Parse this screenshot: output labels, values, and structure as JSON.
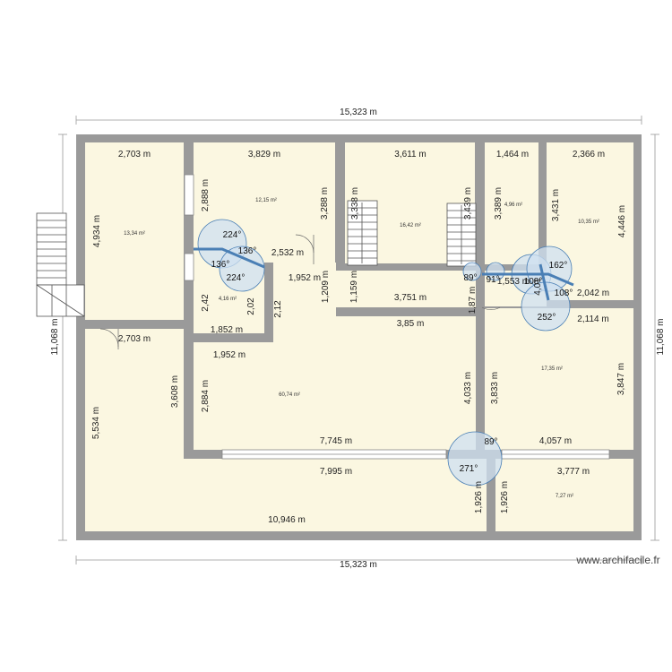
{
  "overall": {
    "width_top": "15,323 m",
    "width_bottom": "15,323 m",
    "height_left": "11,068 m",
    "height_right": "11,068 m"
  },
  "rooms": {
    "top_left": "2,703 m",
    "top_room2": "3,829 m",
    "top_room3": "3,611 m",
    "top_room4": "1,464 m",
    "top_room5": "2,366 m",
    "area_top_left": "13,34 m²",
    "area_room2": "12,15 m²",
    "area_stairs": "16,42 m²",
    "area_small": "4,96 m²",
    "area_right": "10,35 m²",
    "area_bath": "4,16 m²",
    "area_main": "60,74 m²",
    "area_right_mid": "17,35 m²",
    "area_bottom_right": "7,27 m²"
  },
  "dims": {
    "v_4934": "4,934 m",
    "v_2888": "2,888 m",
    "v_3288": "3,288 m",
    "v_3338": "3,338 m",
    "v_3439": "3,439 m",
    "v_3389": "3,389 m",
    "v_3431": "3,431 m",
    "v_4446": "4,446 m",
    "h_2532": "2,532 m",
    "h_1952a": "1,952 m",
    "v_1209": "1,209 m",
    "v_1159": "1,159 m",
    "h_3751": "3,751 m",
    "v_187": "1,87 m",
    "h_1553": "1,553 m",
    "h_2042": "2,042 m",
    "h_2114": "2,114 m",
    "v_242": "2,42",
    "v_202": "2,02",
    "v_212": "2,12",
    "h_1852": "1,852 m",
    "h_385": "3,85 m",
    "h_2703b": "2,703 m",
    "h_1952b": "1,952 m",
    "v_5534": "5,534 m",
    "v_3608": "3,608 m",
    "v_2884": "2,884 m",
    "v_4033": "4,033 m",
    "v_3833": "3,833 m",
    "v_3847": "3,847 m",
    "h_7745": "7,745 m",
    "h_4057": "4,057 m",
    "h_7995": "7,995 m",
    "h_3777": "3,777 m",
    "v_1926a": "1,926 m",
    "v_1926b": "1,926 m",
    "h_10946": "10,946 m",
    "v_401": "4,01"
  },
  "angles": {
    "a224_top": "224°",
    "a136_top": "136°",
    "a136_left": "136°",
    "a224_bot": "224°",
    "a89_stairs": "89°",
    "a91": "91°",
    "a108_top": "108°",
    "a162": "162°",
    "a108_right": "108°",
    "a252": "252°",
    "a89_bottom": "89°",
    "a271": "271°"
  },
  "watermark": "www.archifacile.fr",
  "colors": {
    "room_fill": "#fbf7e1",
    "wall": "#9a9a9a",
    "door_circle": "#cfe0f0",
    "door_stroke": "#4a7fb5"
  }
}
